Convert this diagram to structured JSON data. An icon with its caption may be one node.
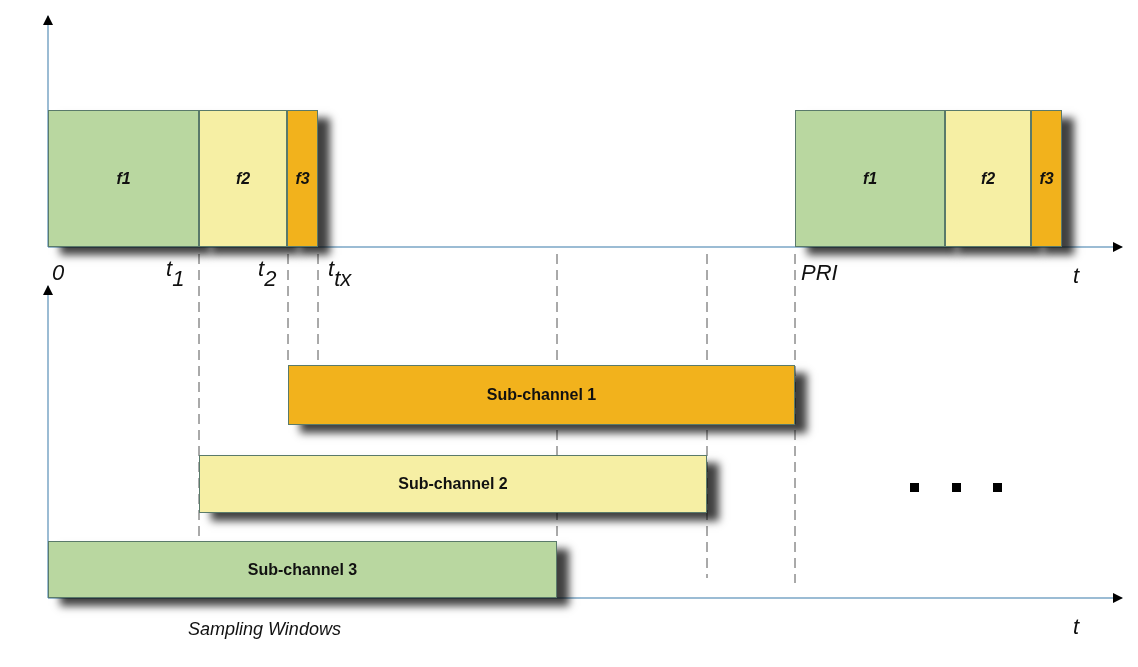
{
  "diagram": {
    "nodes": [
      {
        "text": [
          "f1"
        ]
      },
      {
        "text": [
          "f2"
        ]
      },
      {
        "text": [
          "f3"
        ]
      },
      {
        "text": [
          "f1"
        ]
      },
      {
        "text": [
          "f2"
        ]
      },
      {
        "text": [
          "f3"
        ]
      },
      {
        "text": [
          "Sub-channel 1"
        ]
      },
      {
        "text": [
          "Sub-channel 2"
        ]
      },
      {
        "text": [
          "Sub-channel 3"
        ]
      }
    ],
    "edges": [],
    "labels": [
      "0",
      "t$_{1}$",
      "t$_{2}$",
      "t$_{tx}$",
      "PRI",
      "t",
      "Sampling Windows",
      "t"
    ]
  }
}
